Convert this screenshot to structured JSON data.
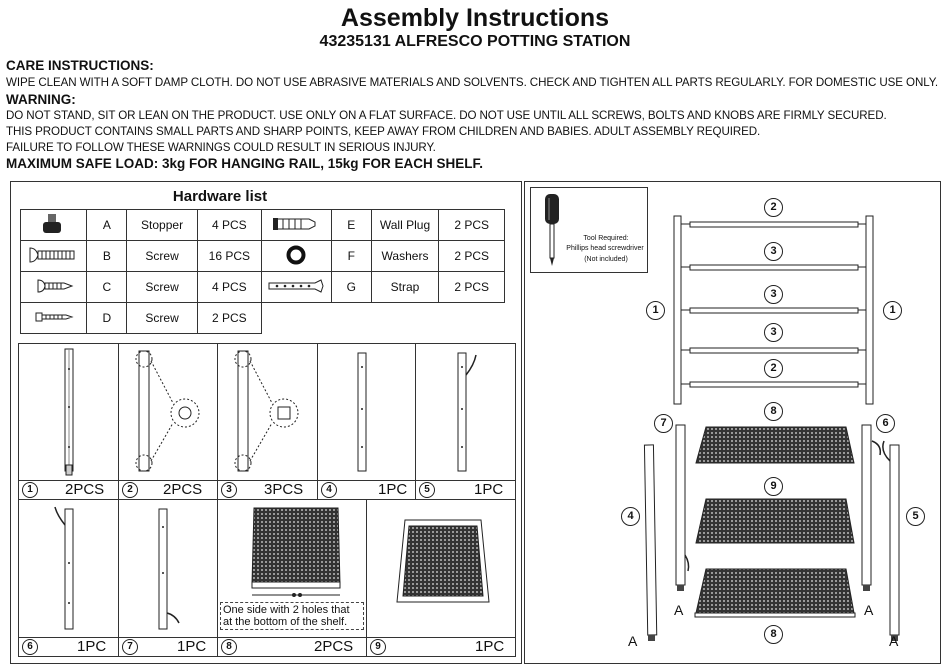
{
  "header": {
    "title": "Assembly Instructions",
    "subtitle": "43235131 ALFRESCO POTTING STATION"
  },
  "care": {
    "heading": "CARE INSTRUCTIONS:",
    "text": "WIPE CLEAN WITH A SOFT DAMP CLOTH. DO NOT USE ABRASIVE MATERIALS AND SOLVENTS. CHECK AND TIGHTEN ALL PARTS REGULARLY. FOR DOMESTIC USE ONLY."
  },
  "warning": {
    "heading": "WARNING:",
    "lines": [
      "DO NOT STAND, SIT OR LEAN ON THE PRODUCT. USE ONLY ON A FLAT SURFACE. DO NOT USE UNTIL ALL SCREWS, BOLTS AND KNOBS ARE FIRMLY SECURED.",
      "THIS PRODUCT CONTAINS SMALL PARTS AND SHARP POINTS, KEEP AWAY FROM CHILDREN AND BABIES. ADULT ASSEMBLY REQUIRED.",
      "FAILURE TO FOLLOW THESE WARNINGS COULD RESULT IN SERIOUS INJURY."
    ],
    "max_load": "MAXIMUM SAFE LOAD: 3kg FOR HANGING RAIL, 15kg FOR EACH SHELF."
  },
  "hardware": {
    "title": "Hardware list",
    "left": [
      {
        "icon": "stopper-icon",
        "letter": "A",
        "name": "Stopper",
        "qty": "4 PCS"
      },
      {
        "icon": "screw-b-icon",
        "letter": "B",
        "name": "Screw",
        "qty": "16 PCS"
      },
      {
        "icon": "screw-c-icon",
        "letter": "C",
        "name": "Screw",
        "qty": "4 PCS"
      },
      {
        "icon": "screw-d-icon",
        "letter": "D",
        "name": "Screw",
        "qty": "2 PCS"
      }
    ],
    "right": [
      {
        "icon": "wall-plug-icon",
        "letter": "E",
        "name": "Wall Plug",
        "qty": "2 PCS"
      },
      {
        "icon": "washer-icon",
        "letter": "F",
        "name": "Washers",
        "qty": "2 PCS"
      },
      {
        "icon": "strap-icon",
        "letter": "G",
        "name": "Strap",
        "qty": "2 PCS"
      }
    ]
  },
  "parts": [
    {
      "num": "1",
      "qty": "2PCS"
    },
    {
      "num": "2",
      "qty": "2PCS"
    },
    {
      "num": "3",
      "qty": "3PCS"
    },
    {
      "num": "4",
      "qty": "1PC"
    },
    {
      "num": "5",
      "qty": "1PC"
    },
    {
      "num": "6",
      "qty": "1PC"
    },
    {
      "num": "7",
      "qty": "1PC"
    },
    {
      "num": "8",
      "qty": "2PCS"
    },
    {
      "num": "9",
      "qty": "1PC"
    }
  ],
  "shelf_note": "One side with 2 holes that at the bottom of the shelf.",
  "tool": {
    "line1": "Tool Required:",
    "line2": "Phillips head screwdriver",
    "line3": "(Not included)"
  },
  "diagram_labels": {
    "top": [
      "2",
      "3",
      "3",
      "3",
      "2"
    ],
    "side_left": "1",
    "side_right": "1",
    "bottom": [
      "8",
      "9",
      "8"
    ],
    "left_legs": [
      "7",
      "4"
    ],
    "right_legs": [
      "6",
      "5"
    ],
    "stopper_label": "A"
  }
}
